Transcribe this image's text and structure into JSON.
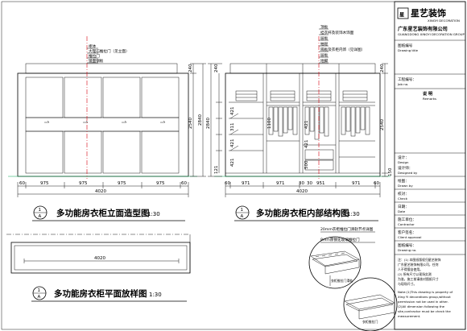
{
  "views": {
    "elevation": {
      "title": "多功能房衣柜立面造型图",
      "scale": "1:30",
      "marker_top": "1",
      "marker_bottom": "A",
      "total_width": "4020",
      "bay_widths": [
        "60",
        "975",
        "975",
        "975",
        "975",
        "60"
      ],
      "heights": [
        "240",
        "2540",
        "2840"
      ],
      "callouts": [
        "柜体",
        "大理石推拉门（见立面）",
        "推拉门",
        "镜面钢板"
      ]
    },
    "interior": {
      "title": "多功能房衣柜内部结构图",
      "scale": "1:30",
      "marker_top": "1",
      "marker_bottom": "A",
      "total_width": "4020",
      "bay_widths": [
        "60",
        "971",
        "971",
        "30",
        "30",
        "951",
        "971",
        "60"
      ],
      "heights": [
        "240",
        "2540",
        "2840",
        "150"
      ],
      "left_dims": [
        "421",
        "311",
        "421",
        "421",
        "121"
      ],
      "mid_dims": [
        "1100",
        "421",
        "421",
        "500"
      ],
      "callouts": [
        "顶板",
        "挂衣杆及装饰木饰面",
        "层板",
        "抽屉",
        "隔板及衣柜内饰（见详图）",
        "层板",
        "地脚"
      ]
    },
    "plan": {
      "title": "多功能房衣柜平面放样图",
      "scale": "1:30",
      "marker_top": "1",
      "marker_bottom": "A",
      "dim": "4020"
    }
  },
  "detail": {
    "label_top": "20mm衣柜推拉门滑轨节点详图",
    "label_mid": "8mm厚钢化玻璃推拉门",
    "note_a": "衣柜推拉门滑轨",
    "note_b": "衣柜推拉门"
  },
  "title_block": {
    "logo_char": "星",
    "brand": "星艺装饰",
    "brand_en": "XINGYI DECORATION",
    "company": "广东星艺装饰有限公司",
    "company_en": "GUANGDONG XINGYI DECORATION GROUP",
    "drawing_no_label": "图纸编号",
    "drawing_no_en": "Drawing title",
    "project_label": "工程编号：",
    "project_en": "Job no.",
    "remarks_label": "说  明",
    "remarks_en": "Remarks",
    "design_label": "设计：",
    "design_en": "Design",
    "designer_label": "设计师：",
    "designer_en": "Designed by",
    "draw_label": "绘图：",
    "draw_en": "Drawn by",
    "check_label": "校对：",
    "check_en": "Check",
    "date_label": "日期：",
    "date_en": "Date",
    "contractor_label": "施工单位：",
    "contractor_en": "Contractor",
    "client_label": "客户签名：",
    "client_en": "Client approval",
    "sheet_label": "图纸编号：",
    "sheet_en": "Drawing no.",
    "notes_cn": [
      "注：(1) 本图纸版权归星艺装饰",
      "广东星艺装饰有限公司，任何",
      "人不得擅自使用。",
      "(2) 所有尺寸以现场实测",
      "为准，施工前请核对图纸尺寸",
      "与现场尺寸。"
    ],
    "notes_en": [
      "Note:(1)This drawing is property of",
      "Xing Yi decorations group,without",
      "permission not be used in other.",
      "(2)All dimension following the",
      "site,contractor must be check the",
      "measurement."
    ]
  }
}
